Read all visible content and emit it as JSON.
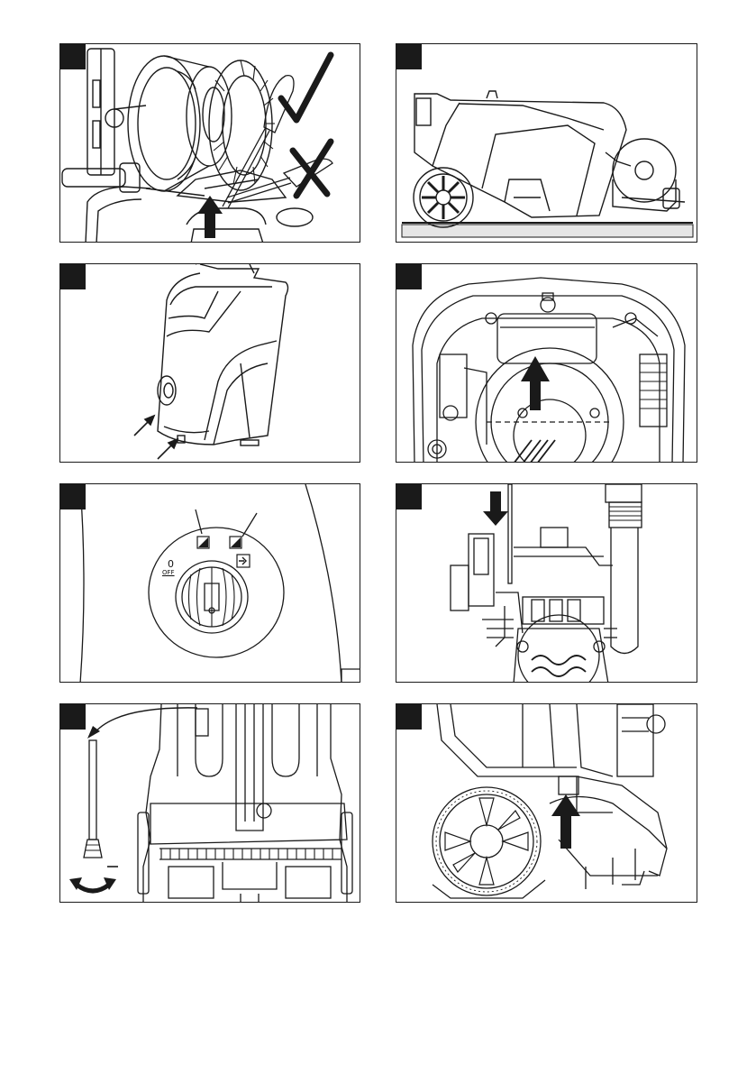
{
  "page": {
    "background": "#ffffff",
    "line_color": "#1a1a1a",
    "panel_count": 8
  },
  "panels": [
    {
      "id": 1,
      "subject": "hose-reel-and-handle",
      "marks": [
        "check-mark-icon",
        "cross-mark-icon",
        "up-arrow-icon"
      ]
    },
    {
      "id": 2,
      "subject": "washer-lying-on-back-with-reel",
      "marks": []
    },
    {
      "id": 3,
      "subject": "front-cover-with-clips",
      "marks": [
        "pointer-arrow-icon",
        "pointer-arrow-icon"
      ]
    },
    {
      "id": 4,
      "subject": "motor-compartment",
      "marks": [
        "up-arrow-icon"
      ]
    },
    {
      "id": 5,
      "subject": "pressure-selector-dial",
      "marks": [
        "on-low-icon",
        "on-high-icon"
      ]
    },
    {
      "id": 6,
      "subject": "pump-and-filter",
      "marks": [
        "down-arrow-icon"
      ]
    },
    {
      "id": 7,
      "subject": "filter-cleaning-rear-view",
      "marks": [
        "curved-arrow-icon",
        "rotate-arrow-icon"
      ]
    },
    {
      "id": 8,
      "subject": "wheel-and-inlet",
      "marks": [
        "up-arrow-icon"
      ]
    }
  ],
  "dial": {
    "off_value": "0",
    "off_label": "OFF"
  }
}
